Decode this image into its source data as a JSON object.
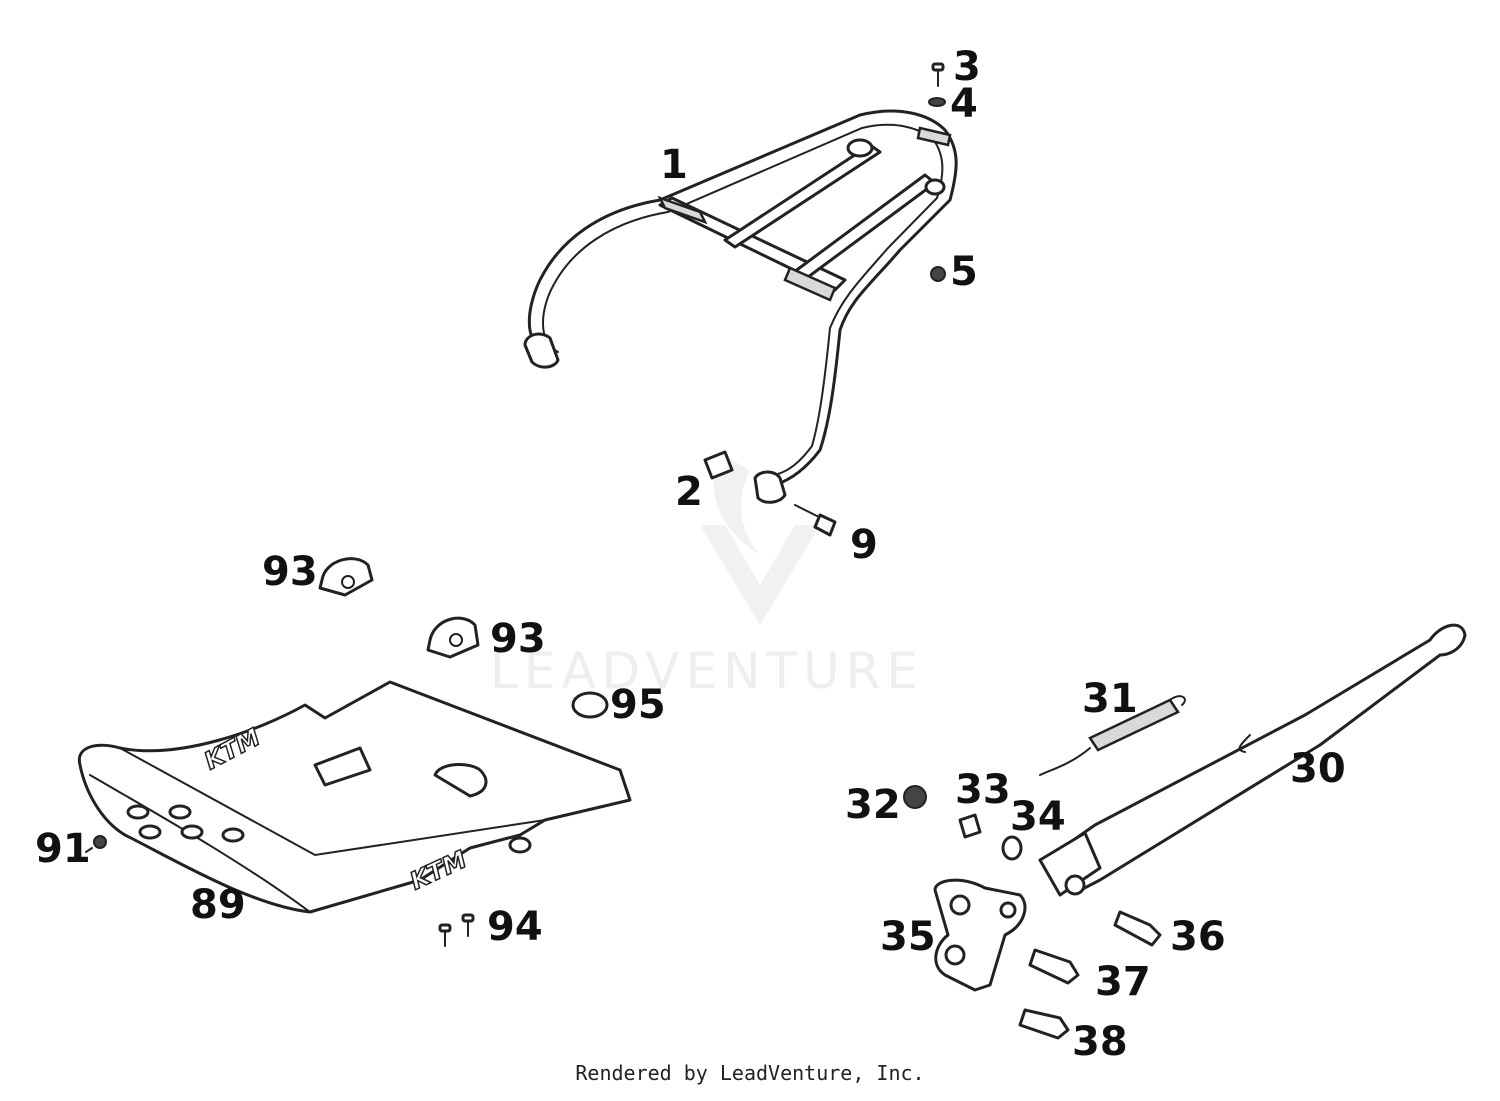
{
  "callouts": {
    "c1": "1",
    "c2": "2",
    "c3": "3",
    "c4": "4",
    "c5": "5",
    "c9": "9",
    "c30": "30",
    "c31": "31",
    "c32": "32",
    "c33": "33",
    "c34": "34",
    "c35": "35",
    "c36": "36",
    "c37": "37",
    "c38": "38",
    "c89": "89",
    "c91": "91",
    "c93a": "93",
    "c93b": "93",
    "c94": "94",
    "c95": "95"
  },
  "skid_plate_brand_top": "KTM",
  "skid_plate_brand_side": "KTM",
  "watermark": "LEADVENTURE",
  "footer": "Rendered by LeadVenture, Inc."
}
